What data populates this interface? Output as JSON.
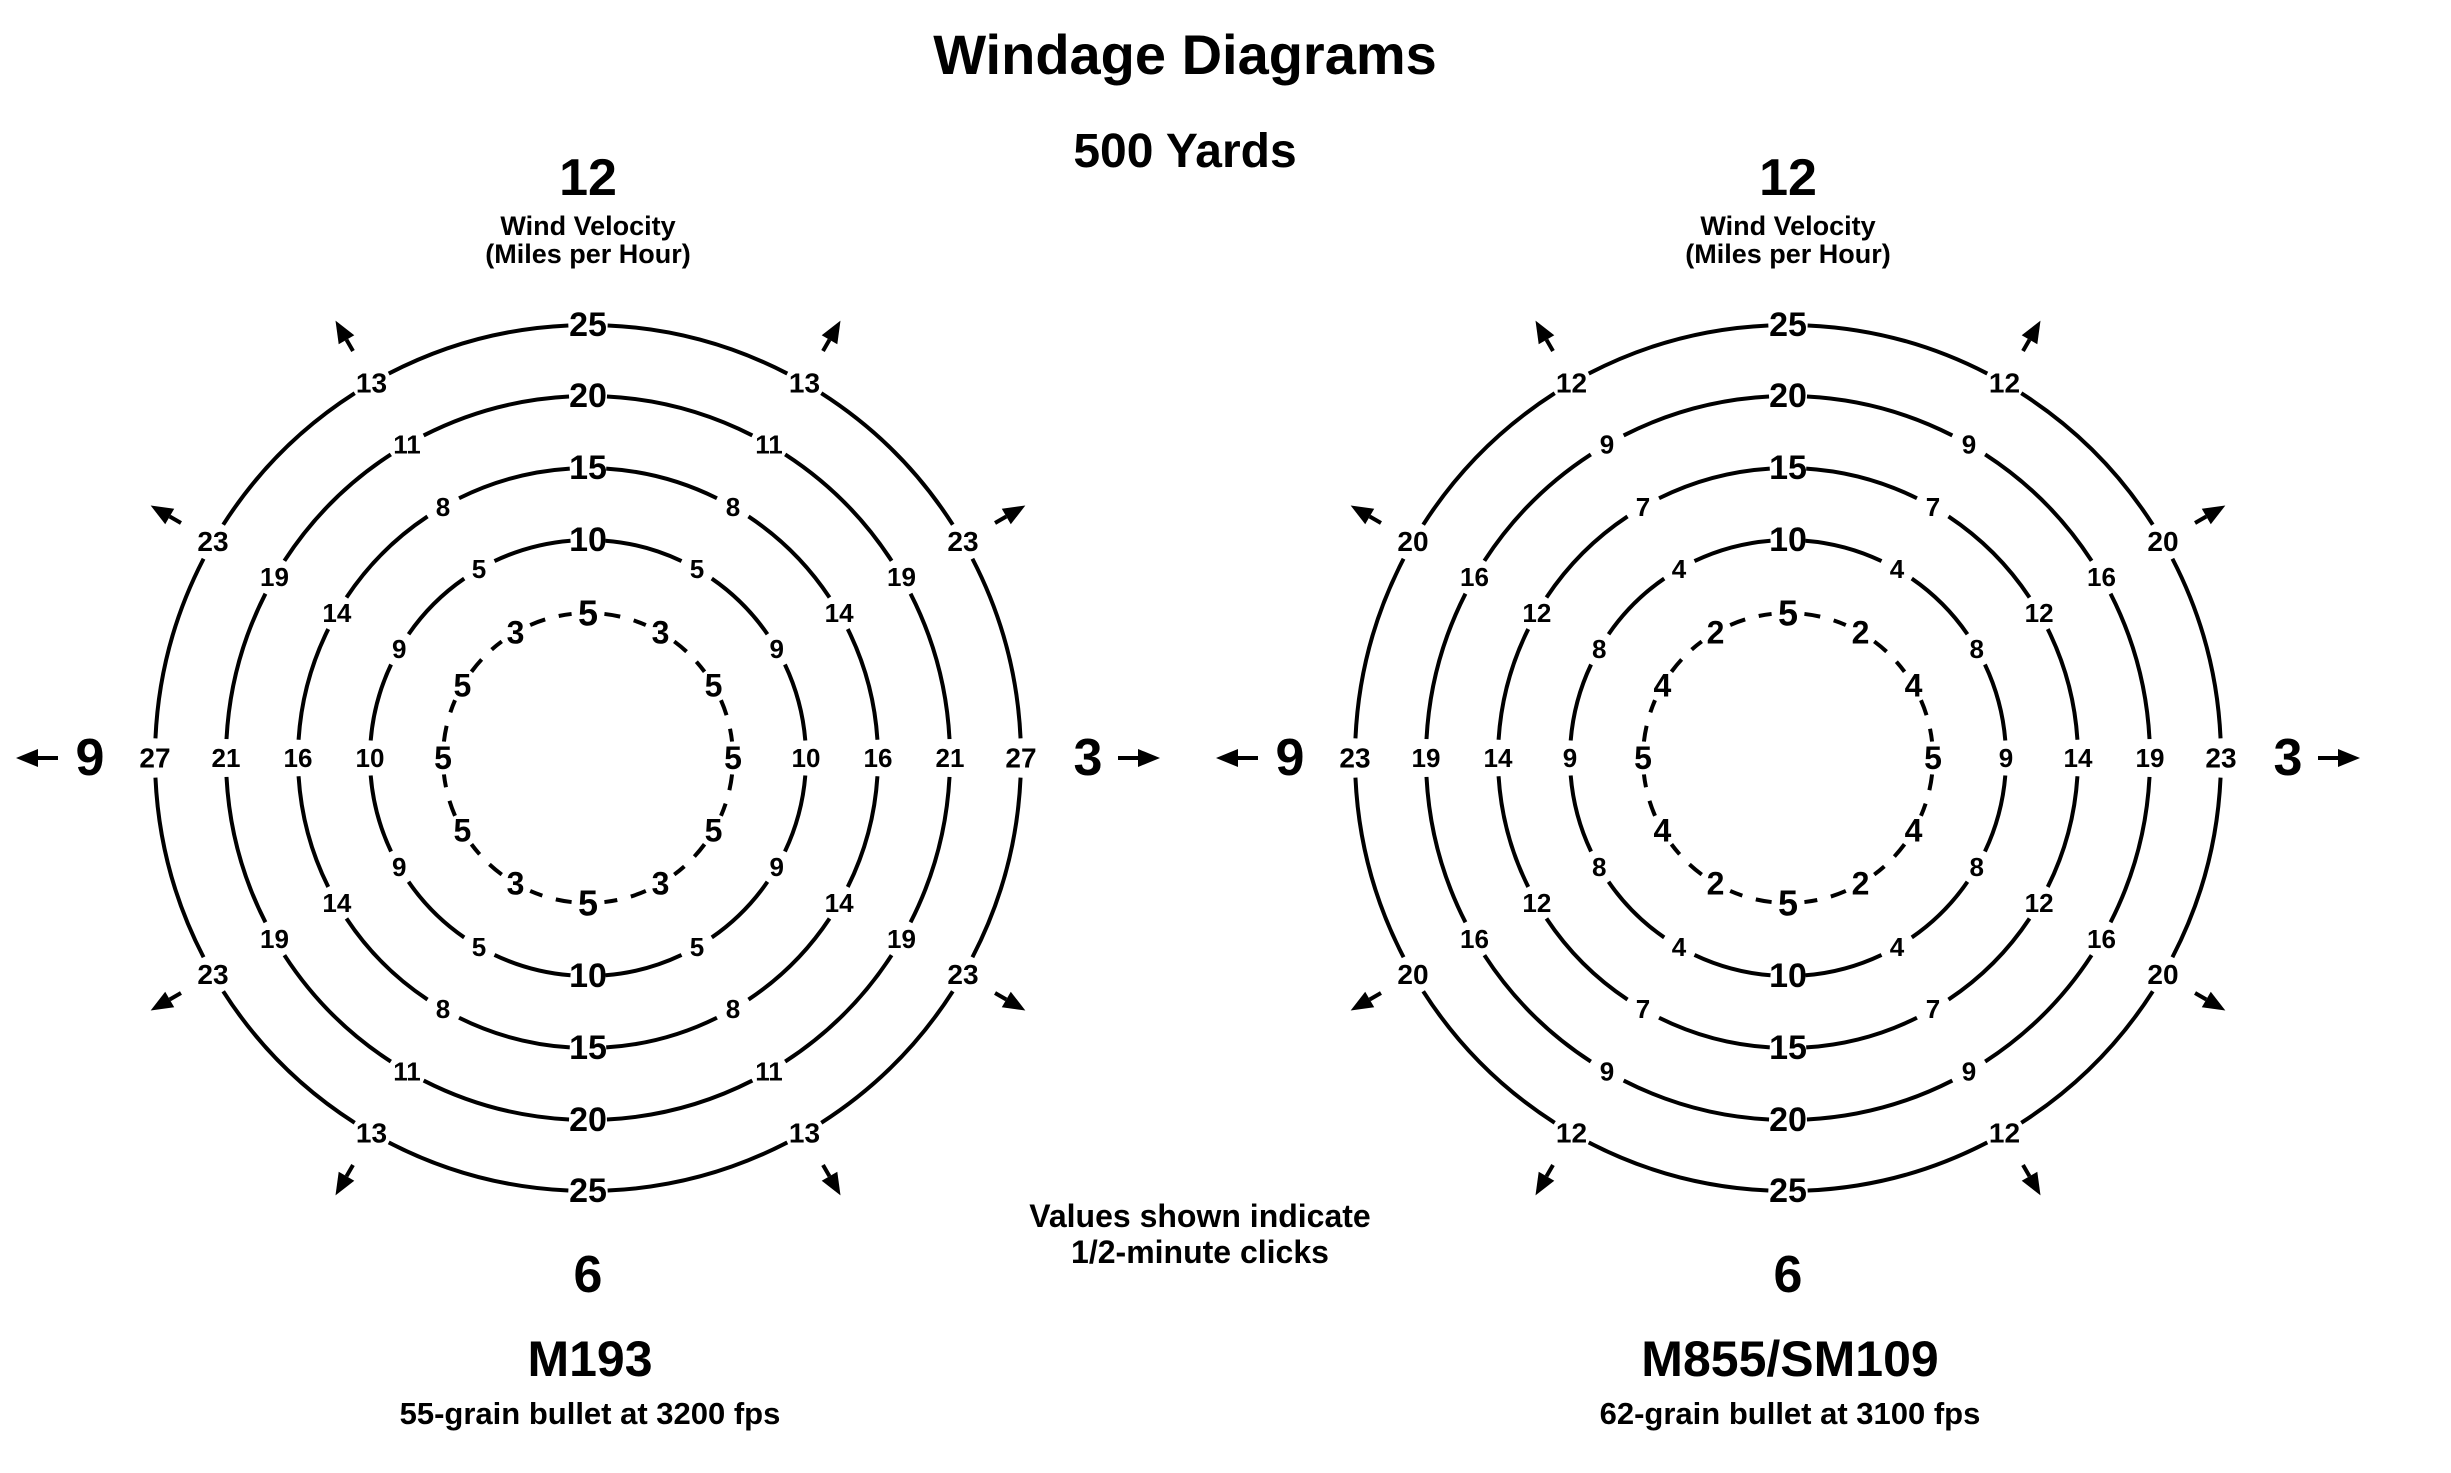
{
  "title": "Windage Diagrams",
  "subtitle": "500 Yards",
  "note_lines": [
    "Values shown indicate",
    "1/2-minute clicks"
  ],
  "diagrams": [
    {
      "clock_12": "12",
      "clock_3": "3",
      "clock_6": "6",
      "clock_9": "9",
      "caption_line1": "Wind Velocity",
      "caption_line2": "(Miles per Hour)",
      "bullet_name": "M193",
      "bullet_desc": "55-grain bullet at 3200 fps",
      "rings": [
        {
          "velocity": "5",
          "diagonal": "3",
          "side": "5",
          "cross": "5"
        },
        {
          "velocity": "10",
          "diagonal": "5",
          "side": "9",
          "cross": "10"
        },
        {
          "velocity": "15",
          "diagonal": "8",
          "side": "14",
          "cross": "16"
        },
        {
          "velocity": "20",
          "diagonal": "11",
          "side": "19",
          "cross": "21"
        },
        {
          "velocity": "25",
          "diagonal": "13",
          "side": "23",
          "cross": "27"
        }
      ]
    },
    {
      "clock_12": "12",
      "clock_3": "3",
      "clock_6": "6",
      "clock_9": "9",
      "caption_line1": "Wind Velocity",
      "caption_line2": "(Miles per Hour)",
      "bullet_name": "M855/SM109",
      "bullet_desc": "62-grain bullet at 3100 fps",
      "rings": [
        {
          "velocity": "5",
          "diagonal": "2",
          "side": "4",
          "cross": "5"
        },
        {
          "velocity": "10",
          "diagonal": "4",
          "side": "8",
          "cross": "9"
        },
        {
          "velocity": "15",
          "diagonal": "7",
          "side": "12",
          "cross": "14"
        },
        {
          "velocity": "20",
          "diagonal": "9",
          "side": "16",
          "cross": "19"
        },
        {
          "velocity": "25",
          "diagonal": "12",
          "side": "20",
          "cross": "23"
        }
      ]
    }
  ]
}
